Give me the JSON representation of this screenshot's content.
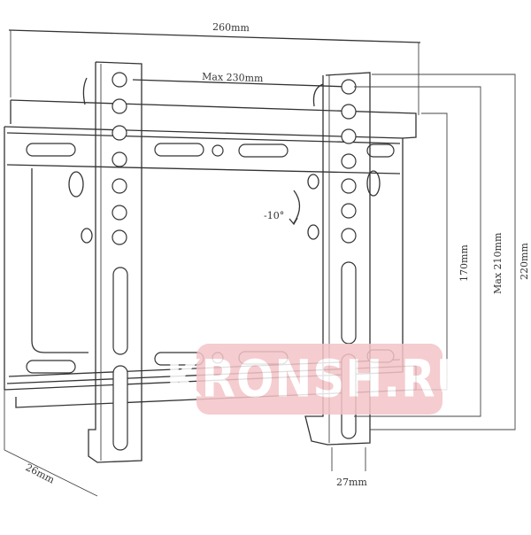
{
  "diagram": {
    "subject": "Tilting TV wall mount bracket",
    "colors": {
      "line": "#333333",
      "background": "#ffffff",
      "watermark_bg": "#f4c4c7",
      "watermark_text": "#ffffff"
    },
    "dimensions": {
      "overall_width": "260mm",
      "max_vesa_width": "Max 230mm",
      "min_vertical": "170mm",
      "max_vertical": "Max 210mm",
      "overall_height": "220mm",
      "depth": "26mm",
      "arm_thickness": "27mm"
    },
    "tilt_angle": "-10°",
    "watermark": "KRONSH.RU"
  }
}
